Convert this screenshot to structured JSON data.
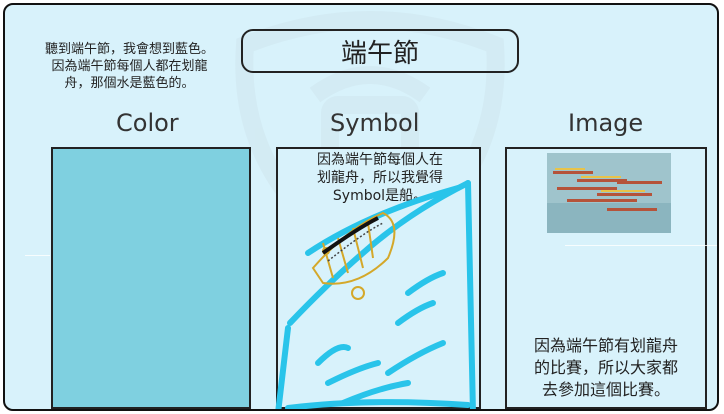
{
  "intro": {
    "text": "聽到端午節，我會想到藍色。\n因為端午節每個人都在划龍\n舟，那個水是藍色的。"
  },
  "title": "端午節",
  "columns": {
    "color": {
      "header": "Color"
    },
    "symbol": {
      "header": "Symbol",
      "text": "因為端午節每個人在\n划龍舟，所以我覺得\nSymbol是船。"
    },
    "image": {
      "header": "Image",
      "caption": "因為端午節有划龍舟\n的比賽，所以大家都\n去參加這個比賽。"
    }
  },
  "colors": {
    "background": "#d8f2fb",
    "swatch": "#7fd0e0",
    "water_scribble": "#29c4ea",
    "boat_scribble": "#d4a82a"
  },
  "icons": {
    "watermark": "school-crest-watermark",
    "photo": "dragon-boat-race-photo"
  }
}
